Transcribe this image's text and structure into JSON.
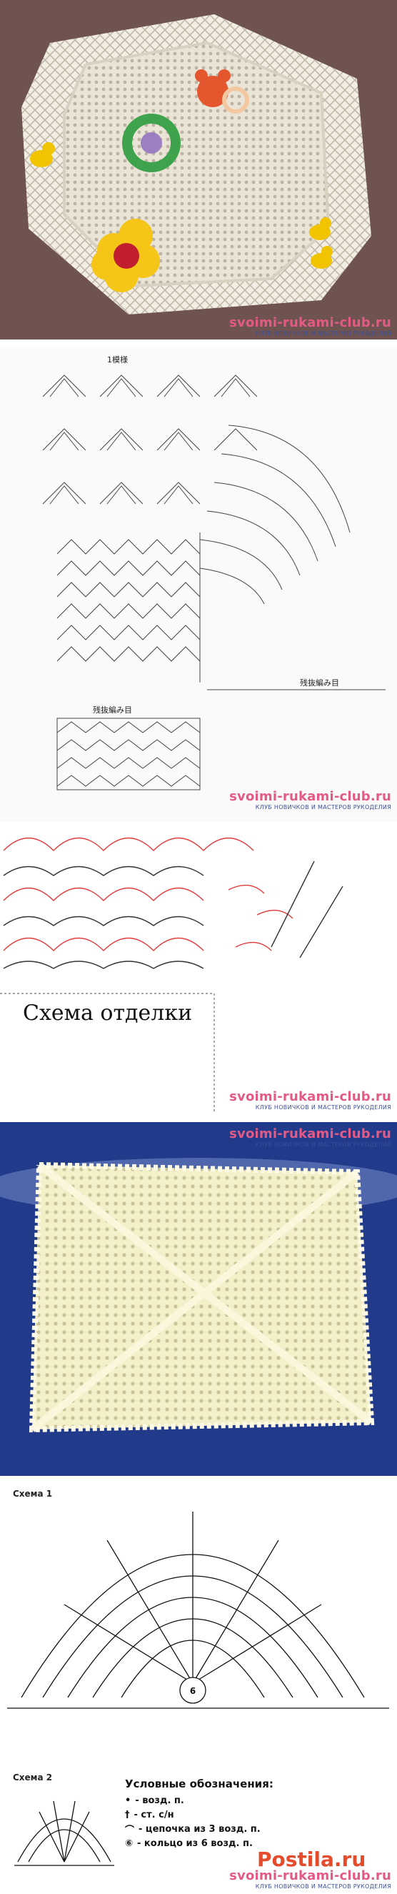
{
  "watermarks": {
    "site": "svoimi-rukami-club.ru",
    "club": "КЛУБ НОВИЧКОВ И МАСТЕРОВ РУКОДЕЛИЯ"
  },
  "panel2": {
    "japanese_labels": [
      "1模様",
      "残抜編み目",
      "残抜編み目"
    ]
  },
  "panel3": {
    "caption": "Схема отделки"
  },
  "panel5": {
    "schema1_title": "Схема 1",
    "schema2_title": "Схема 2",
    "legend_title": "Условные обозначения:",
    "legend_items": [
      {
        "icon": "chain-dot-icon",
        "text": "- возд. п."
      },
      {
        "icon": "double-crochet-icon",
        "text": "- ст. с/н"
      },
      {
        "icon": "chain-arch-3-icon",
        "text": "- цепочка из 3 возд. п."
      },
      {
        "icon": "ring-6-icon",
        "text": "- кольцо из 6 возд. п."
      }
    ],
    "center_ring_number": "6",
    "logo": "Postila.ru"
  }
}
